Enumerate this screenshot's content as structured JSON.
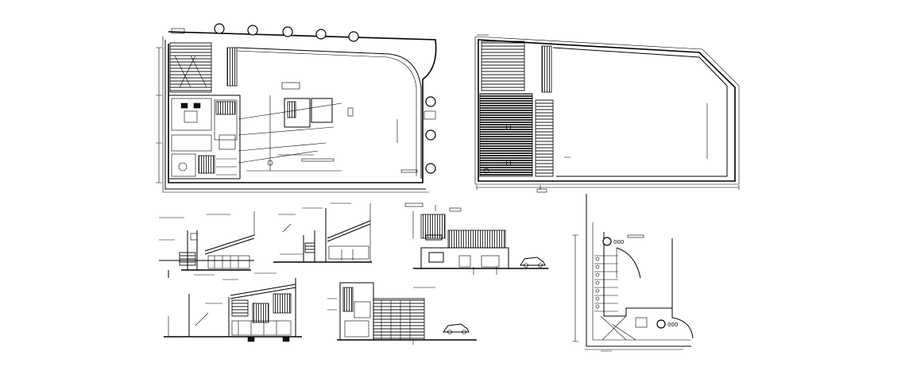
{
  "drawing": {
    "background": "#ffffff",
    "line_color": "#000000",
    "tag_ground_floor": "000",
    "tag_corner": "000"
  },
  "views": [
    {
      "id": "ground-floor-plan"
    },
    {
      "id": "roof-plan"
    },
    {
      "id": "section-a"
    },
    {
      "id": "section-b"
    },
    {
      "id": "front-elevation"
    },
    {
      "id": "section-c"
    },
    {
      "id": "rear-elevation"
    },
    {
      "id": "site-corner-plan"
    }
  ]
}
